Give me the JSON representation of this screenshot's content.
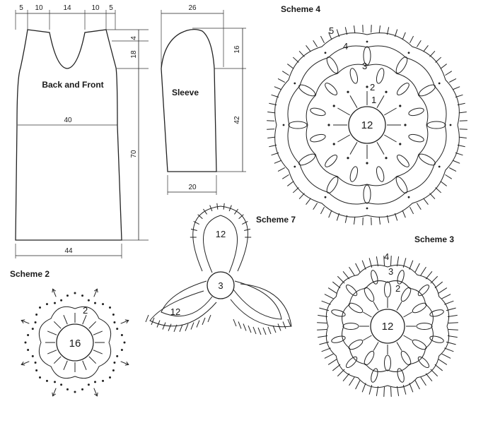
{
  "pattern": {
    "back_front": {
      "label": "Back and Front",
      "dims": {
        "top_side_left": "5",
        "top_shoulder_left": "10",
        "top_neck": "14",
        "top_shoulder_right": "10",
        "top_side_right": "5",
        "shoulder_drop": "4",
        "armhole_depth": "18",
        "waist_width": "40",
        "body_length": "70",
        "hem_width": "44"
      }
    },
    "sleeve": {
      "label": "Sleeve",
      "dims": {
        "top_width": "26",
        "cap_height": "16",
        "length": "42",
        "cuff_width": "20"
      }
    }
  },
  "schemes": {
    "scheme4": {
      "title": "Scheme 4",
      "center": "12",
      "rounds": [
        "1",
        "2",
        "3",
        "4",
        "5"
      ]
    },
    "scheme7": {
      "title": "Scheme 7",
      "center": "3",
      "petal_top": "12",
      "petal_left": "12"
    },
    "scheme2": {
      "title": "Scheme 2",
      "center": "16",
      "round": "2"
    },
    "scheme3": {
      "title": "Scheme 3",
      "center": "12",
      "rounds": [
        "2",
        "3",
        "4"
      ]
    }
  }
}
